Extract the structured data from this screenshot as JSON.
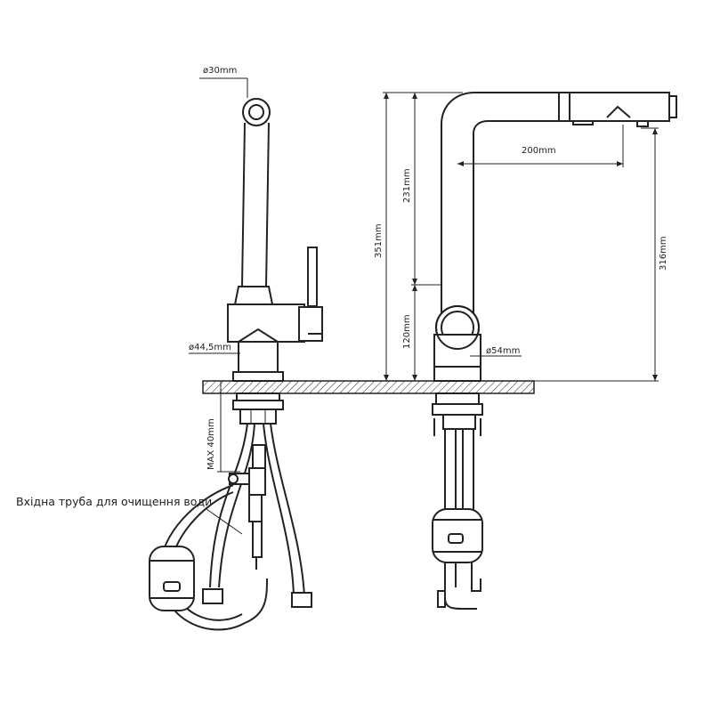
{
  "dimensions": {
    "d30": "ø30mm",
    "d44": "ø44,5mm",
    "d54": "ø54mm",
    "h351": "351mm",
    "h231": "231mm",
    "h120": "120mm",
    "h316": "316mm",
    "w200": "200mm",
    "max40": "MAX  40mm"
  },
  "annotation": {
    "inlet_pipe": "Вхідна труба для очищення води"
  },
  "colors": {
    "line": "#222222",
    "hatch": "#222222",
    "background": "#ffffff"
  }
}
